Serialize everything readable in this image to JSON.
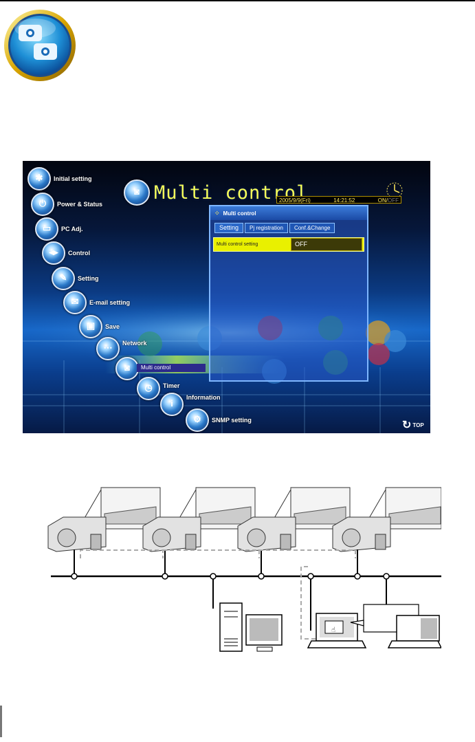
{
  "screen": {
    "title": "Multi control",
    "date": "2005/9/9(Fri)",
    "time": "14:21:52",
    "on_label": "ON/",
    "off_label": "OFF",
    "menu": [
      {
        "label": "Initial setting",
        "icon": "gear-icon"
      },
      {
        "label": "Power & Status",
        "icon": "power-icon"
      },
      {
        "label": "PC Adj.",
        "icon": "monitor-icon"
      },
      {
        "label": "Control",
        "icon": "arrows-icon"
      },
      {
        "label": "Setting",
        "icon": "wrench-icon"
      },
      {
        "label": "E-mail setting",
        "icon": "envelope-icon"
      },
      {
        "label": "Save",
        "icon": "disk-icon"
      },
      {
        "label": "Network",
        "icon": "network-icon"
      },
      {
        "label": "Multi control",
        "icon": "projector-icon"
      },
      {
        "label": "Timer",
        "icon": "clock-icon"
      },
      {
        "label": "Information",
        "icon": "info-icon"
      },
      {
        "label": "SNMP setting",
        "icon": "snmp-icon"
      }
    ],
    "panel": {
      "title": "Multi control",
      "tabs": [
        "Setting",
        "Pj registration",
        "Conf.&Change"
      ],
      "setting_label": "Multi control setting",
      "setting_value": "OFF"
    },
    "top_button": "TOP"
  },
  "colors": {
    "accent_yellow": "#f7ff5a",
    "panel_blue": "#1f56b5",
    "highlight": "#e9f000"
  }
}
